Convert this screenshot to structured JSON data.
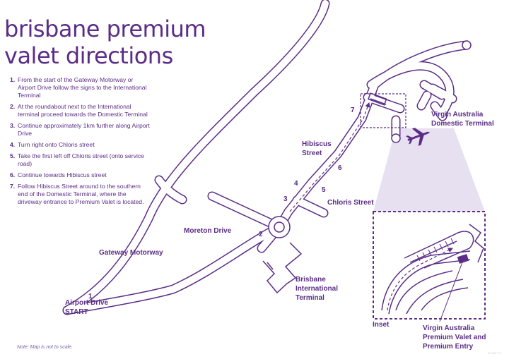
{
  "title_lines": [
    "brisbane premium",
    "valet directions"
  ],
  "directions": [
    {
      "num": "1.",
      "text": "From the start of the Gateway Motorway or Airport Drive follow the signs to the International Terminal"
    },
    {
      "num": "2.",
      "text": "At the roundabout next to the International terminal proceed towards the Domestic Terminal"
    },
    {
      "num": "3.",
      "text": "Continue approximately 1km further along Airport Drive"
    },
    {
      "num": "4.",
      "text": "Turn right onto Chloris street"
    },
    {
      "num": "5.",
      "text": "Take the first left off Chloris street (onto service road)"
    },
    {
      "num": "6.",
      "text": "Continue towards Hibiscus street"
    },
    {
      "num": "7.",
      "text": "Follow Hibiscus Street around to the southern end of the Domestic Terminal, where the driveway entrance to Premium Valet is located."
    }
  ],
  "map_labels": {
    "gateway_motorway": "Gateway Motorway",
    "moreton_drive": "Moreton Drive",
    "airport_drive_start": [
      "Airport Drive",
      "START"
    ],
    "hibiscus_street": [
      "Hibiscus",
      "Street"
    ],
    "chloris_street": "Chloris Street",
    "intl_terminal": [
      "Brisbane",
      "International",
      "Terminal"
    ],
    "domestic_terminal": [
      "Virgin Australia",
      "Domestic Terminal"
    ],
    "inset": "Inset",
    "premium_valet": [
      "Virgin Australia",
      "Premium Valet and",
      "Premium Entry"
    ]
  },
  "step_markers": {
    "s1": "1",
    "s2": "2",
    "s3": "3",
    "s4": "4",
    "s5": "5",
    "s6": "6",
    "s7": "7"
  },
  "note": "Note: Map is not to scale.",
  "brand_mark": "STADYS",
  "colors": {
    "primary": "#5b2d86",
    "inset_bg": "#e6e0f0",
    "road_fill": "#ffffff"
  },
  "icons": [
    "airplane-icon"
  ]
}
